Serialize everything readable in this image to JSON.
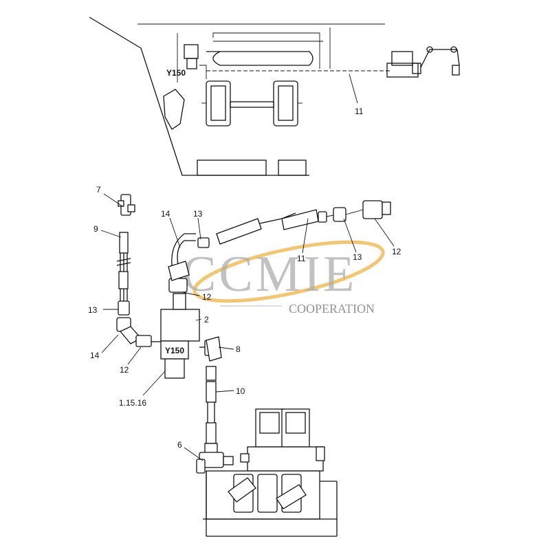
{
  "watermark": {
    "brand": "CCMIE",
    "subtitle": "COOPERATION",
    "accent_color": "#f2c46d",
    "text_color": "#9a9a9a"
  },
  "top_view": {
    "component_tag": "Y150",
    "callouts": [
      {
        "id": "tv-11",
        "text": "11"
      }
    ]
  },
  "detail_view": {
    "component_tag": "Y150",
    "callouts": [
      {
        "id": "c7",
        "text": "7"
      },
      {
        "id": "c9",
        "text": "9"
      },
      {
        "id": "c13a",
        "text": "13"
      },
      {
        "id": "c14a",
        "text": "14"
      },
      {
        "id": "c12a",
        "text": "12"
      },
      {
        "id": "c14b",
        "text": "14"
      },
      {
        "id": "c13b",
        "text": "13"
      },
      {
        "id": "c12b",
        "text": "12"
      },
      {
        "id": "c2",
        "text": "2"
      },
      {
        "id": "c11",
        "text": "11"
      },
      {
        "id": "c13c",
        "text": "13"
      },
      {
        "id": "c12c",
        "text": "12"
      },
      {
        "id": "c8",
        "text": "8"
      },
      {
        "id": "c10",
        "text": "10"
      },
      {
        "id": "c1",
        "text": "1.15.16"
      },
      {
        "id": "c6",
        "text": "6"
      }
    ]
  }
}
